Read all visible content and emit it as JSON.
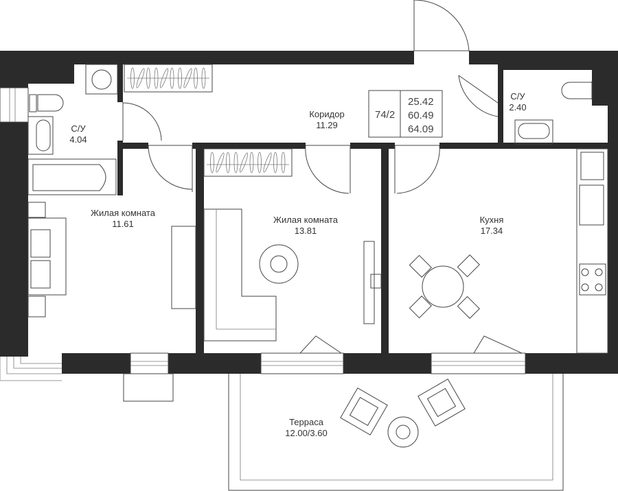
{
  "apartment": {
    "number": "74/2",
    "areas": [
      "25.42",
      "60.49",
      "64.09"
    ]
  },
  "rooms": {
    "bath1": {
      "name": "С/У",
      "area": "4.04"
    },
    "bath2": {
      "name": "С/У",
      "area": "2.40"
    },
    "corridor": {
      "name": "Коридор",
      "area": "11.29"
    },
    "bedroom1": {
      "name": "Жилая комната",
      "area": "11.61"
    },
    "bedroom2": {
      "name": "Жилая комната",
      "area": "13.81"
    },
    "kitchen": {
      "name": "Кухня",
      "area": "17.34"
    },
    "terrace": {
      "name": "Терраса",
      "area": "12.00/3.60"
    }
  },
  "colors": {
    "wall": "#2b2b2b",
    "line": "#444444"
  }
}
